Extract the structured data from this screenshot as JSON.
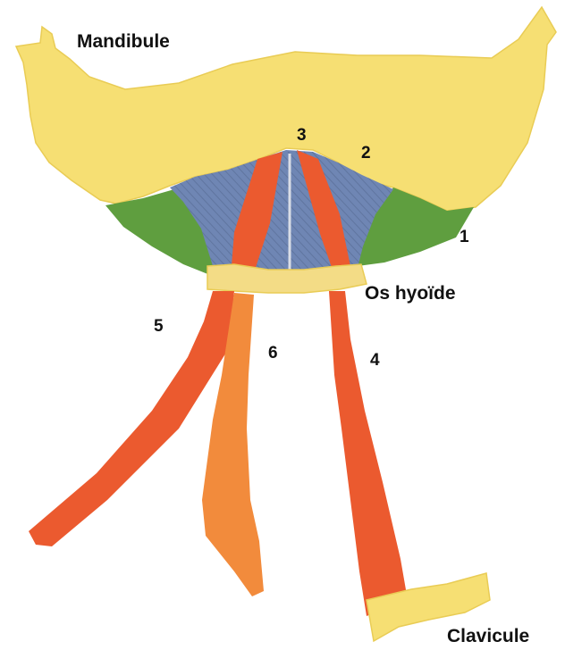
{
  "labels": {
    "mandibule": "Mandibule",
    "os_hyoide": "Os hyoïde",
    "clavicule": "Clavicule",
    "n1": "1",
    "n2": "2",
    "n3": "3",
    "n4": "4",
    "n5": "5",
    "n6": "6"
  },
  "colors": {
    "bone": "#f6df73",
    "bone_stroke": "#e9cc55",
    "hyoid": "#f3dc86",
    "green_muscle": "#5f9e3f",
    "blue_muscle": "#6f86b4",
    "red_muscle": "#eb5a2f",
    "orange_muscle": "#f28b3c",
    "midline": "#d9dde6"
  }
}
